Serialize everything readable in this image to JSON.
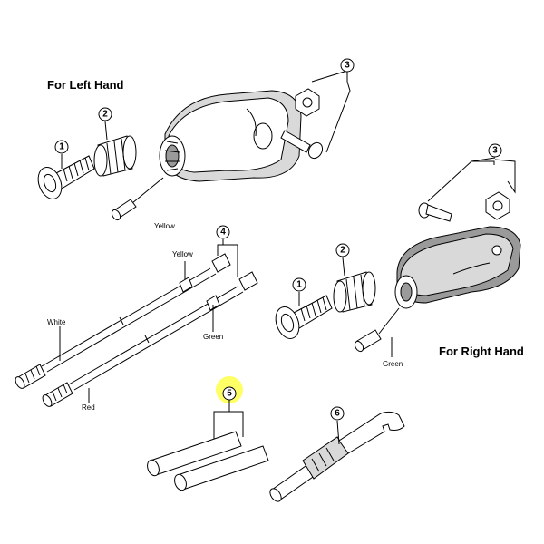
{
  "headings": {
    "left": "For Left Hand",
    "right": "For Right Hand"
  },
  "callouts": {
    "n1": "1",
    "n2": "2",
    "n3": "3",
    "n4": "4",
    "n5": "5",
    "n6": "6"
  },
  "wire_labels": {
    "yellow": "Yellow",
    "green": "Green",
    "white": "White",
    "red": "Red"
  },
  "colors": {
    "highlight": "#ffff66"
  }
}
